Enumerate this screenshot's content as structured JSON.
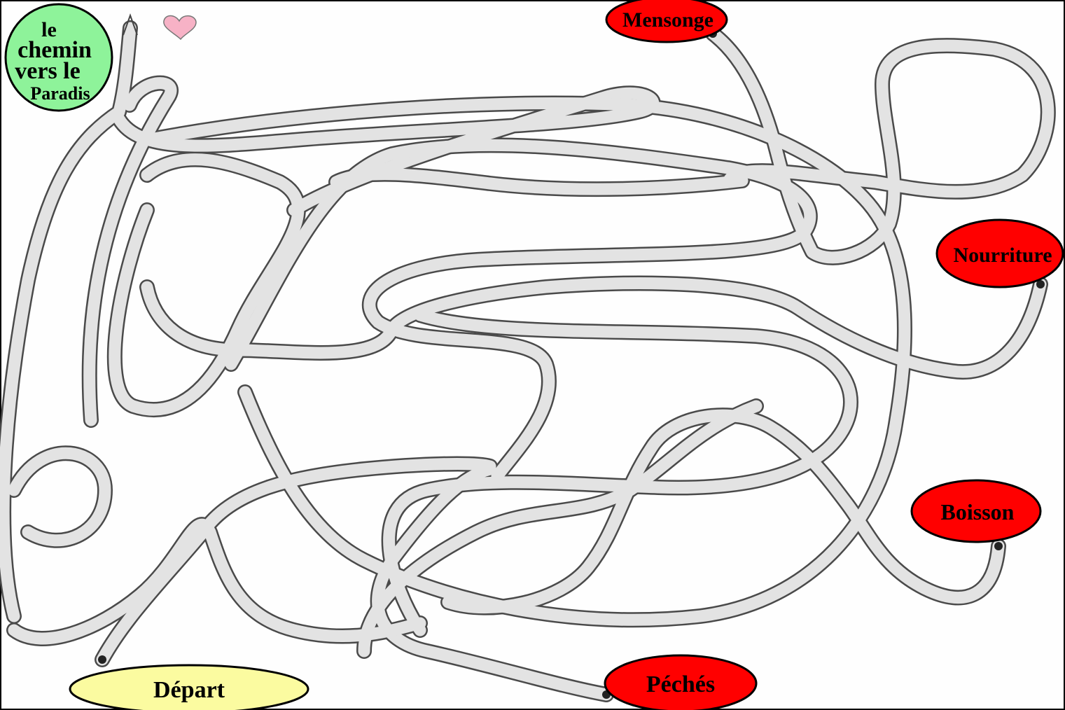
{
  "labels": {
    "goal_line1": "le",
    "goal_line2": "chemin",
    "goal_line3": "vers le",
    "goal_line4": "Paradis",
    "start": "Départ",
    "lie": "Mensonge",
    "food": "Nourriture",
    "drink": "Boisson",
    "sins": "Péchés"
  },
  "colors": {
    "goal": "#8ef39a",
    "start": "#fbfba0",
    "trap": "#ff0000",
    "path_fill": "#e3e3e3",
    "path_edge": "#4a4a4a",
    "heart": "#f7b2c6"
  },
  "icons": {
    "heart": "heart-icon",
    "arrow": "up-arrow-icon"
  }
}
